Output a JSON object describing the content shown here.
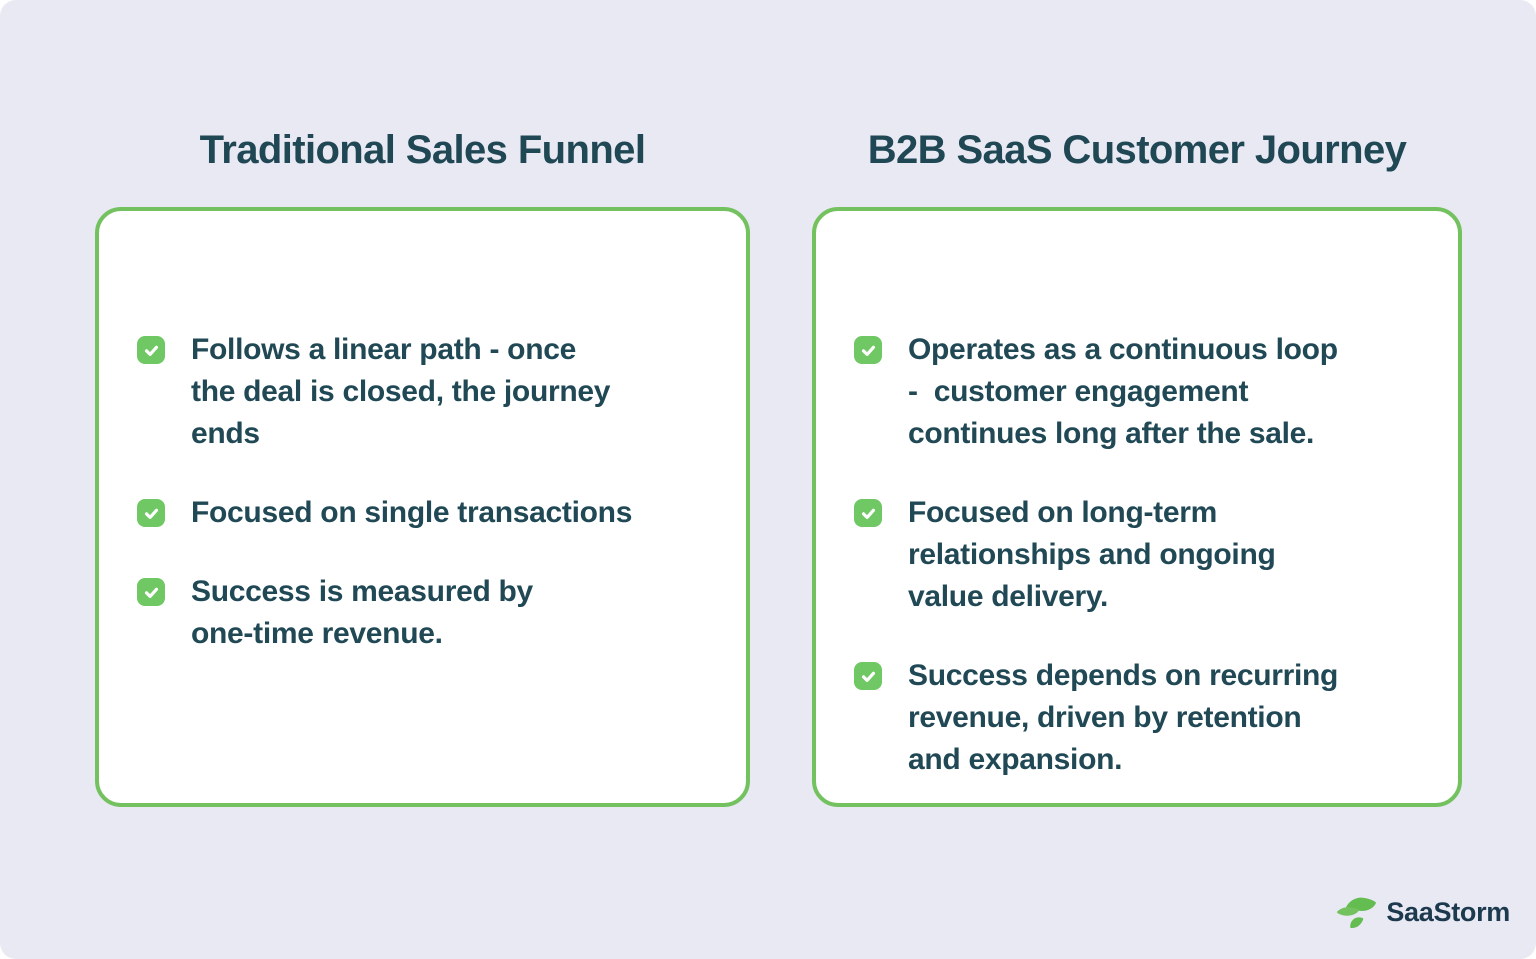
{
  "colors": {
    "background": "#e9e9f4",
    "card_background": "#ffffff",
    "card_border_green": "#74c25f",
    "check_green": "#6fc863",
    "check_mark": "#ffffff",
    "heading_text": "#1f4754",
    "body_text": "#204855",
    "logo_text": "#1c394e",
    "logo_green": "#64bd50"
  },
  "panels": [
    {
      "title": "Traditional Sales Funnel",
      "items": [
        {
          "lines": [
            "Follows a linear path - once",
            "the deal is closed, the journey",
            "ends"
          ]
        },
        {
          "lines": [
            "Focused on single transactions"
          ]
        },
        {
          "lines": [
            "Success is measured by",
            "one-time revenue."
          ]
        }
      ]
    },
    {
      "title": "B2B SaaS Customer Journey",
      "items": [
        {
          "lines": [
            "Operates as a continuous loop",
            "-  customer engagement",
            "continues long after the sale."
          ]
        },
        {
          "lines": [
            "Focused on long-term",
            "relationships and ongoing",
            "value delivery."
          ]
        },
        {
          "lines": [
            "Success depends on recurring",
            "revenue, driven by retention",
            "and expansion."
          ]
        }
      ]
    }
  ],
  "footer": {
    "brand": "SaaStorm"
  }
}
